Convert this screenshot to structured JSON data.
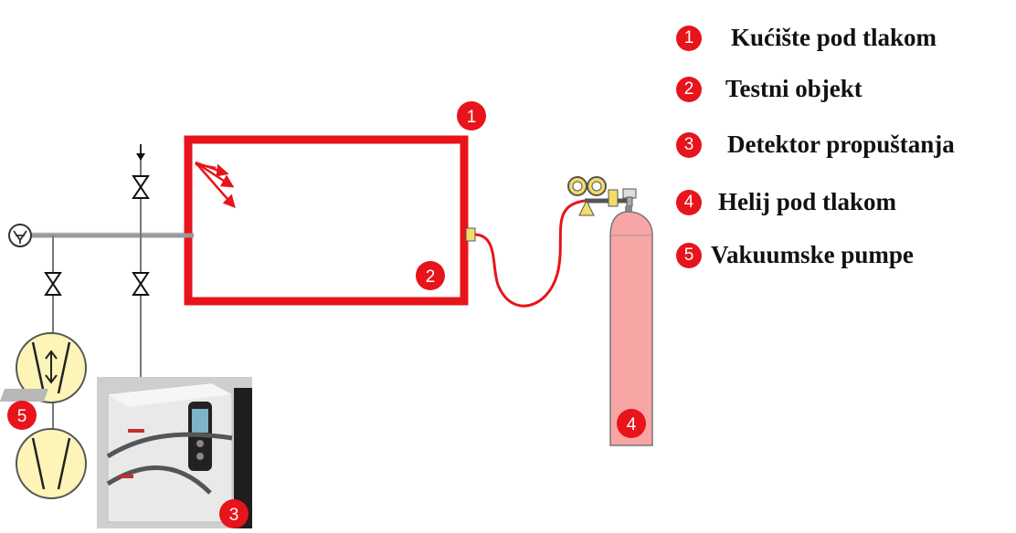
{
  "legend": [
    {
      "num": "1",
      "label": "Kućište pod tlakom"
    },
    {
      "num": "2",
      "label": "Testni objekt"
    },
    {
      "num": "3",
      "label": "Detektor propuštanja"
    },
    {
      "num": "4",
      "label": "Helij pod tlakom"
    },
    {
      "num": "5",
      "label": "Vakuumske pumpe"
    }
  ],
  "markers": {
    "chamber": "1",
    "test_object": "2",
    "leak_detector": "3",
    "helium_cylinder": "4",
    "vacuum_pumps": "5"
  },
  "colors": {
    "accent_red": "#e8141b",
    "cylinder_fill": "#f7a5a5",
    "pump_fill": "#fdf4b8",
    "pipe_gray": "#8a8a8a"
  }
}
